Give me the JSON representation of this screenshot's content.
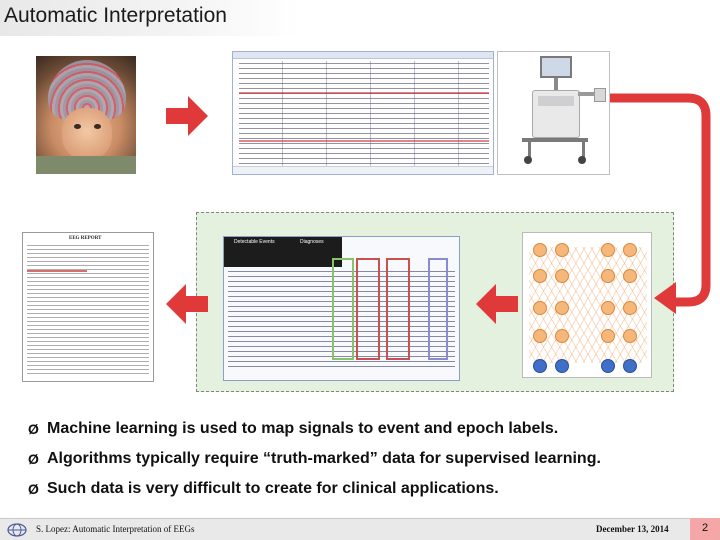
{
  "title": "Automatic Interpretation",
  "bullets": [
    "Machine learning is used to map signals to event and epoch labels.",
    "Algorithms typically require “truth-marked” data for supervised learning.",
    "Such data is very difficult to create for clinical applications."
  ],
  "bullet_marker": "Ø",
  "report": {
    "title": "EEG REPORT"
  },
  "analysis_panel": {
    "left_header": "Detectable Events",
    "right_header": "Diagnoses"
  },
  "footer": {
    "left": "S. Lopez: Automatic Interpretation of EEGs",
    "date": "December 13, 2014",
    "page": "2"
  },
  "colors": {
    "arrow": "#e0393a",
    "green_area": "#e4f1de",
    "page_box": "#f5a7a7"
  },
  "icons": [
    "right-arrow-icon",
    "left-arrow-icon",
    "curved-arrow-icon"
  ]
}
